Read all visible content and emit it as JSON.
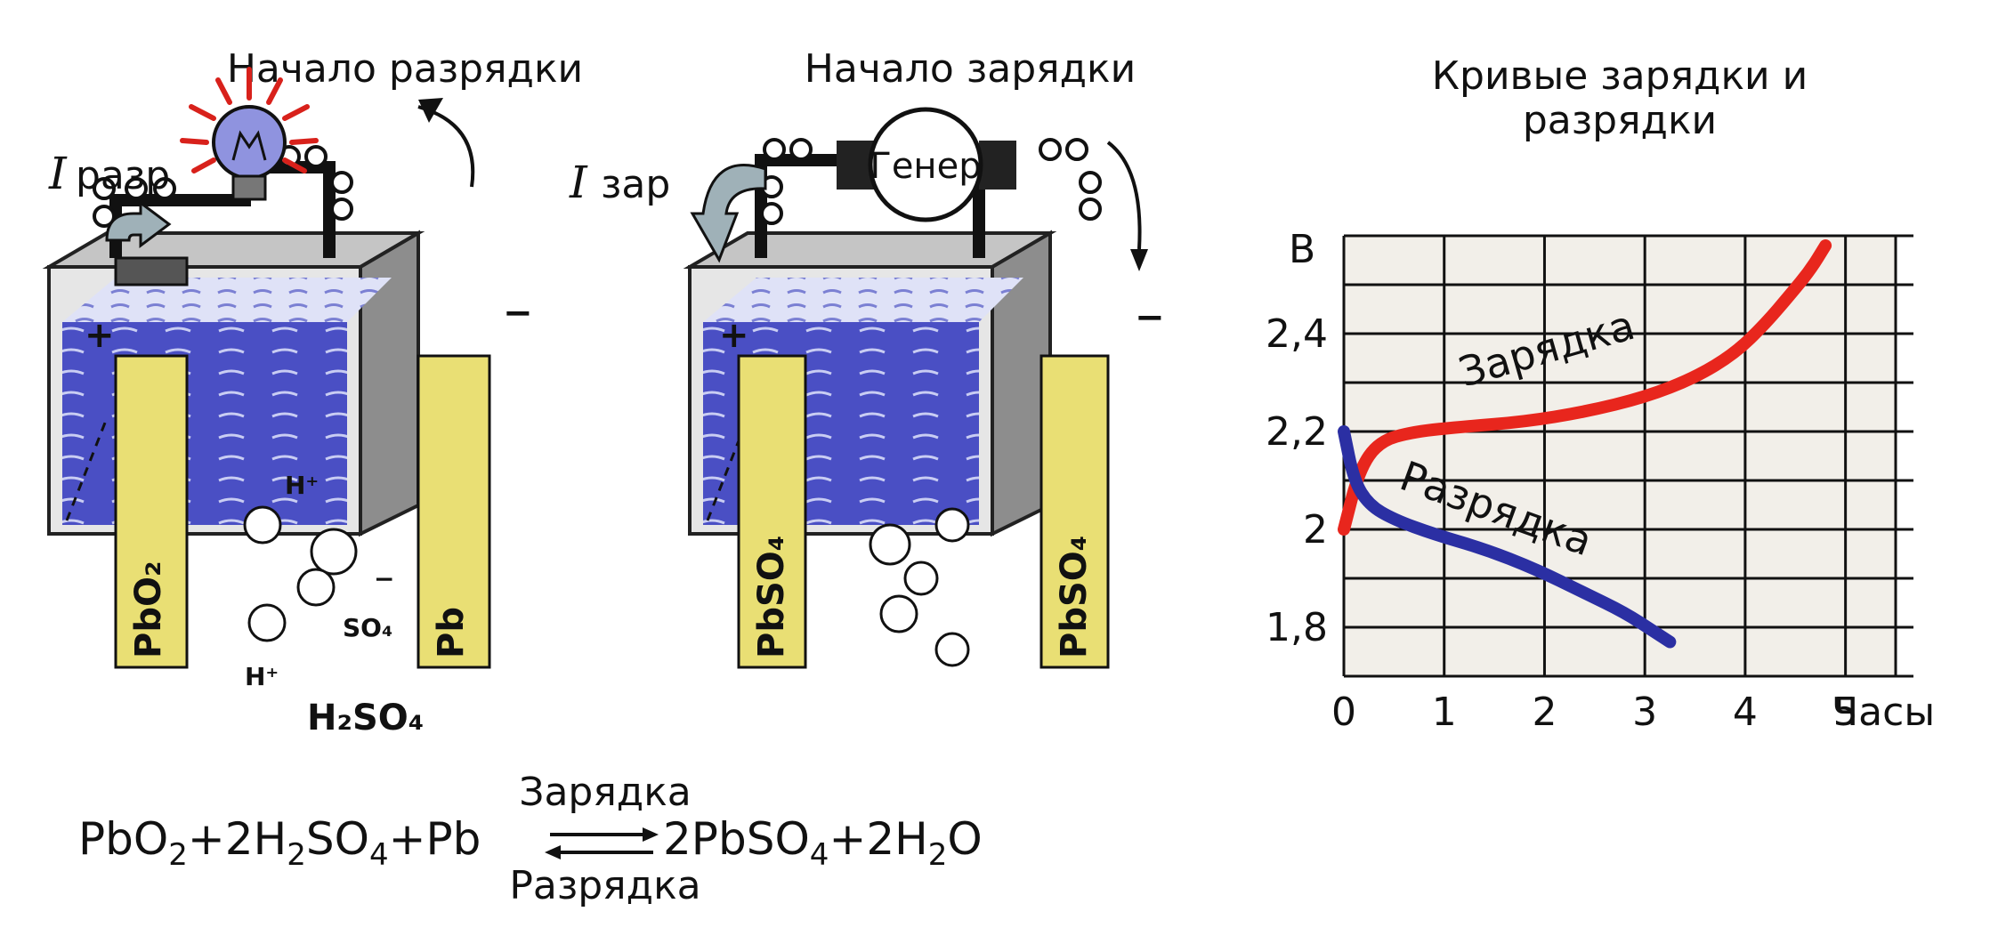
{
  "panels": {
    "discharge": {
      "title": "Начало разрядки",
      "current_symbol": "I",
      "current_subscript": "разр",
      "plus": "+",
      "minus": "−",
      "left_electrode": "PbO₂",
      "right_electrode": "Pb",
      "ion_h_top": "H⁺",
      "ion_h_bottom": "H⁺",
      "ion_so4": "SO₄",
      "ion_so4_charge": "−",
      "electrolyte": "H₂SO₄"
    },
    "charge": {
      "title": "Начало зарядки",
      "current_symbol": "I",
      "current_subscript": "зар",
      "plus": "+",
      "minus": "−",
      "generator_label": "Генер",
      "left_electrode": "PbSO₄",
      "right_electrode": "PbSO₄"
    }
  },
  "chart": {
    "title_line1": "Кривые зарядки и",
    "title_line2": "разрядки"
  },
  "chart_data": {
    "type": "line",
    "title": "Кривые зарядки и разрядки",
    "ylabel": "В",
    "xlabel": "Часы",
    "x_ticks": [
      "0",
      "1",
      "2",
      "3",
      "4",
      "5"
    ],
    "y_ticks": [
      "1,8",
      "2",
      "2,2",
      "2,4"
    ],
    "xlim": [
      0,
      5.5
    ],
    "ylim": [
      1.7,
      2.6
    ],
    "grid": true,
    "colors": {
      "charge": "#e8261d",
      "discharge": "#2b2fa3"
    },
    "series": [
      {
        "name": "Зарядка",
        "x": [
          0,
          0.15,
          0.35,
          0.7,
          1.2,
          1.8,
          2.4,
          3.0,
          3.5,
          3.9,
          4.2,
          4.45,
          4.65,
          4.8
        ],
        "y": [
          2.0,
          2.12,
          2.18,
          2.2,
          2.21,
          2.22,
          2.24,
          2.27,
          2.31,
          2.36,
          2.42,
          2.48,
          2.53,
          2.58
        ]
      },
      {
        "name": "Разрядка",
        "x": [
          0,
          0.1,
          0.25,
          0.5,
          0.9,
          1.4,
          1.9,
          2.4,
          2.8,
          3.1,
          3.25
        ],
        "y": [
          2.2,
          2.1,
          2.05,
          2.02,
          1.99,
          1.96,
          1.92,
          1.87,
          1.83,
          1.79,
          1.77
        ]
      }
    ]
  },
  "equation": {
    "left": [
      "PbO",
      "2",
      "+2H",
      "2",
      "SO",
      "4",
      "+Pb"
    ],
    "right": [
      "2PbSO",
      "4",
      "+2H",
      "2",
      "O"
    ],
    "charge_label": "Зарядка",
    "discharge_label": "Разрядка"
  }
}
